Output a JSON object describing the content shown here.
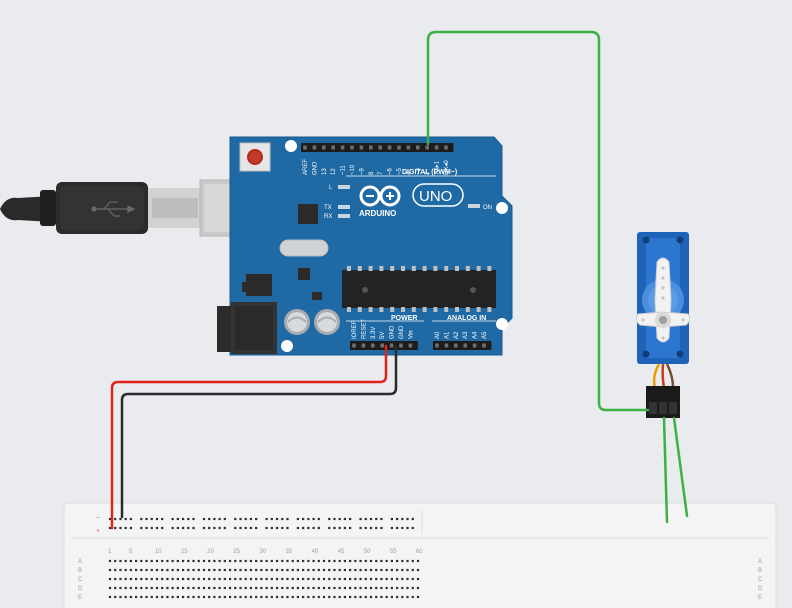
{
  "board": {
    "brand": "ARDUINO",
    "model": "UNO",
    "digital_label": "DIGITAL (PWM~)",
    "power_label": "POWER",
    "analog_label": "ANALOG IN",
    "on_label": "ON",
    "led_l": "L",
    "led_tx": "TX",
    "led_rx": "RX",
    "top_pins": [
      "AREF",
      "GND",
      "13",
      "12",
      "~11",
      "~10",
      "~9",
      "8",
      "7",
      "~6",
      "~5",
      "4",
      "~3",
      "2",
      "TX▸1",
      "RX◂0"
    ],
    "power_pins": [
      "IOREF",
      "RESET",
      "3.3V",
      "5V",
      "GND",
      "GND",
      "Vin"
    ],
    "analog_pins": [
      "A0",
      "A1",
      "A2",
      "A3",
      "A4",
      "A5"
    ]
  },
  "breadboard": {
    "column_numbers": [
      "1",
      "5",
      "10",
      "15",
      "20",
      "25",
      "30",
      "35",
      "40",
      "45",
      "50",
      "55",
      "60"
    ],
    "row_letters": [
      "A",
      "B",
      "C",
      "D",
      "E"
    ],
    "rail_minus": "−",
    "rail_plus": "+"
  },
  "colors": {
    "background": "#e9ebee",
    "board": "#1f6aa5",
    "wire_red": "#e2231a",
    "wire_black": "#2b2b2b",
    "wire_green": "#3cb043",
    "servo": "#1e63b8"
  }
}
